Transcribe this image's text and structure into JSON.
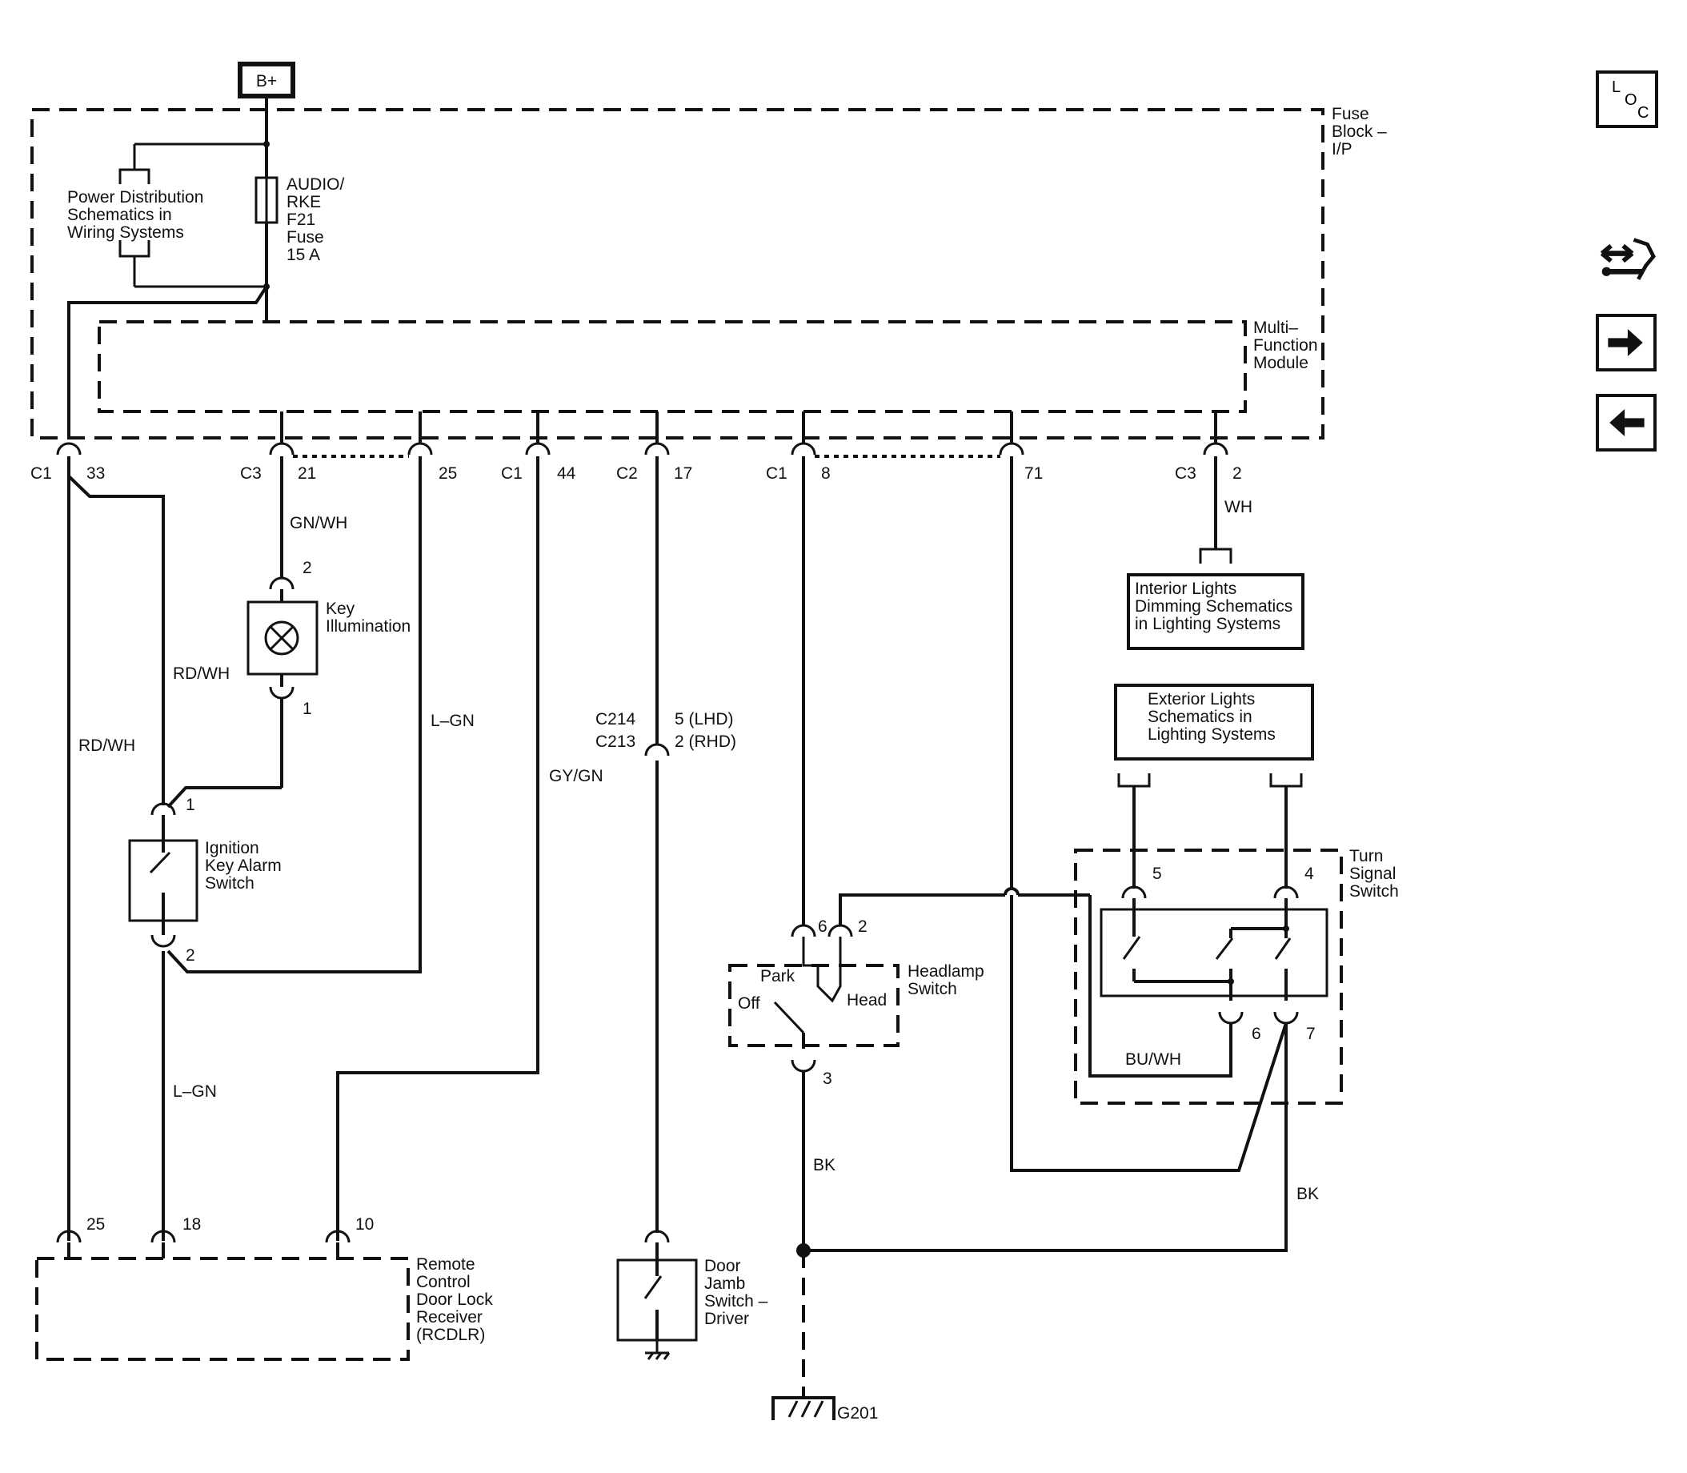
{
  "power": {
    "label": "B+"
  },
  "fuse_block": {
    "name": "Fuse\nBlock –\nI/P"
  },
  "power_distribution": {
    "text": "Power Distribution\nSchematics in\nWiring Systems"
  },
  "fuse": {
    "text": "AUDIO/\nRKE\nF21\nFuse\n15 A"
  },
  "mfm": {
    "name": "Multi–\nFunction\nModule"
  },
  "connectors": {
    "c1_33": {
      "conn": "C1",
      "pin": "33"
    },
    "c3_21": {
      "conn": "C3",
      "pin": "21"
    },
    "p25": {
      "pin": "25"
    },
    "c1_44": {
      "conn": "C1",
      "pin": "44"
    },
    "c2_17": {
      "conn": "C2",
      "pin": "17"
    },
    "c1_8": {
      "conn": "C1",
      "pin": "8"
    },
    "p71": {
      "pin": "71"
    },
    "c3_2": {
      "conn": "C3",
      "pin": "2"
    }
  },
  "wires": {
    "gn_wh": "GN/WH",
    "rd_wh_1": "RD/WH",
    "rd_wh_2": "RD/WH",
    "l_gn_1": "L–GN",
    "l_gn_2": "L–GN",
    "gy_gn": "GY/GN",
    "wh": "WH",
    "bk_1": "BK",
    "bk_2": "BK",
    "bu_wh": "BU/WH"
  },
  "key_illumination": {
    "name": "Key\nIllumination",
    "pin_top": "2",
    "pin_bottom": "1"
  },
  "ignition_switch": {
    "name": "Ignition\nKey Alarm\nSwitch",
    "pin_top": "1",
    "pin_bottom": "2"
  },
  "inline_connector": {
    "lines": [
      "C214",
      "C213"
    ],
    "pins": [
      "5 (LHD)",
      "2 (RHD)"
    ]
  },
  "interior_lights": {
    "text": "Interior Lights\nDimming Schematics\nin Lighting Systems"
  },
  "exterior_lights": {
    "text": "Exterior Lights\nSchematics in\nLighting Systems"
  },
  "turn_signal_switch": {
    "name": "Turn\nSignal\nSwitch",
    "pins": {
      "p5": "5",
      "p4": "4",
      "p6": "6",
      "p7": "7"
    }
  },
  "headlamp_switch": {
    "name": "Headlamp\nSwitch",
    "pins": {
      "p6": "6",
      "p2": "2",
      "p3": "3"
    },
    "positions": {
      "park": "Park",
      "off": "Off",
      "head": "Head"
    }
  },
  "rcdlr": {
    "name": "Remote\nControl\nDoor Lock\nReceiver\n(RCDLR)",
    "pins": [
      "25",
      "18",
      "10"
    ]
  },
  "door_jamb": {
    "name": "Door\nJamb\nSwitch –\nDriver"
  },
  "ground": {
    "label": "G201"
  },
  "nav": {
    "loc": {
      "l": "L",
      "o": "O",
      "c": "C"
    },
    "icons": [
      "schematic-toggle-icon",
      "arrow-right-icon",
      "arrow-left-icon"
    ]
  }
}
